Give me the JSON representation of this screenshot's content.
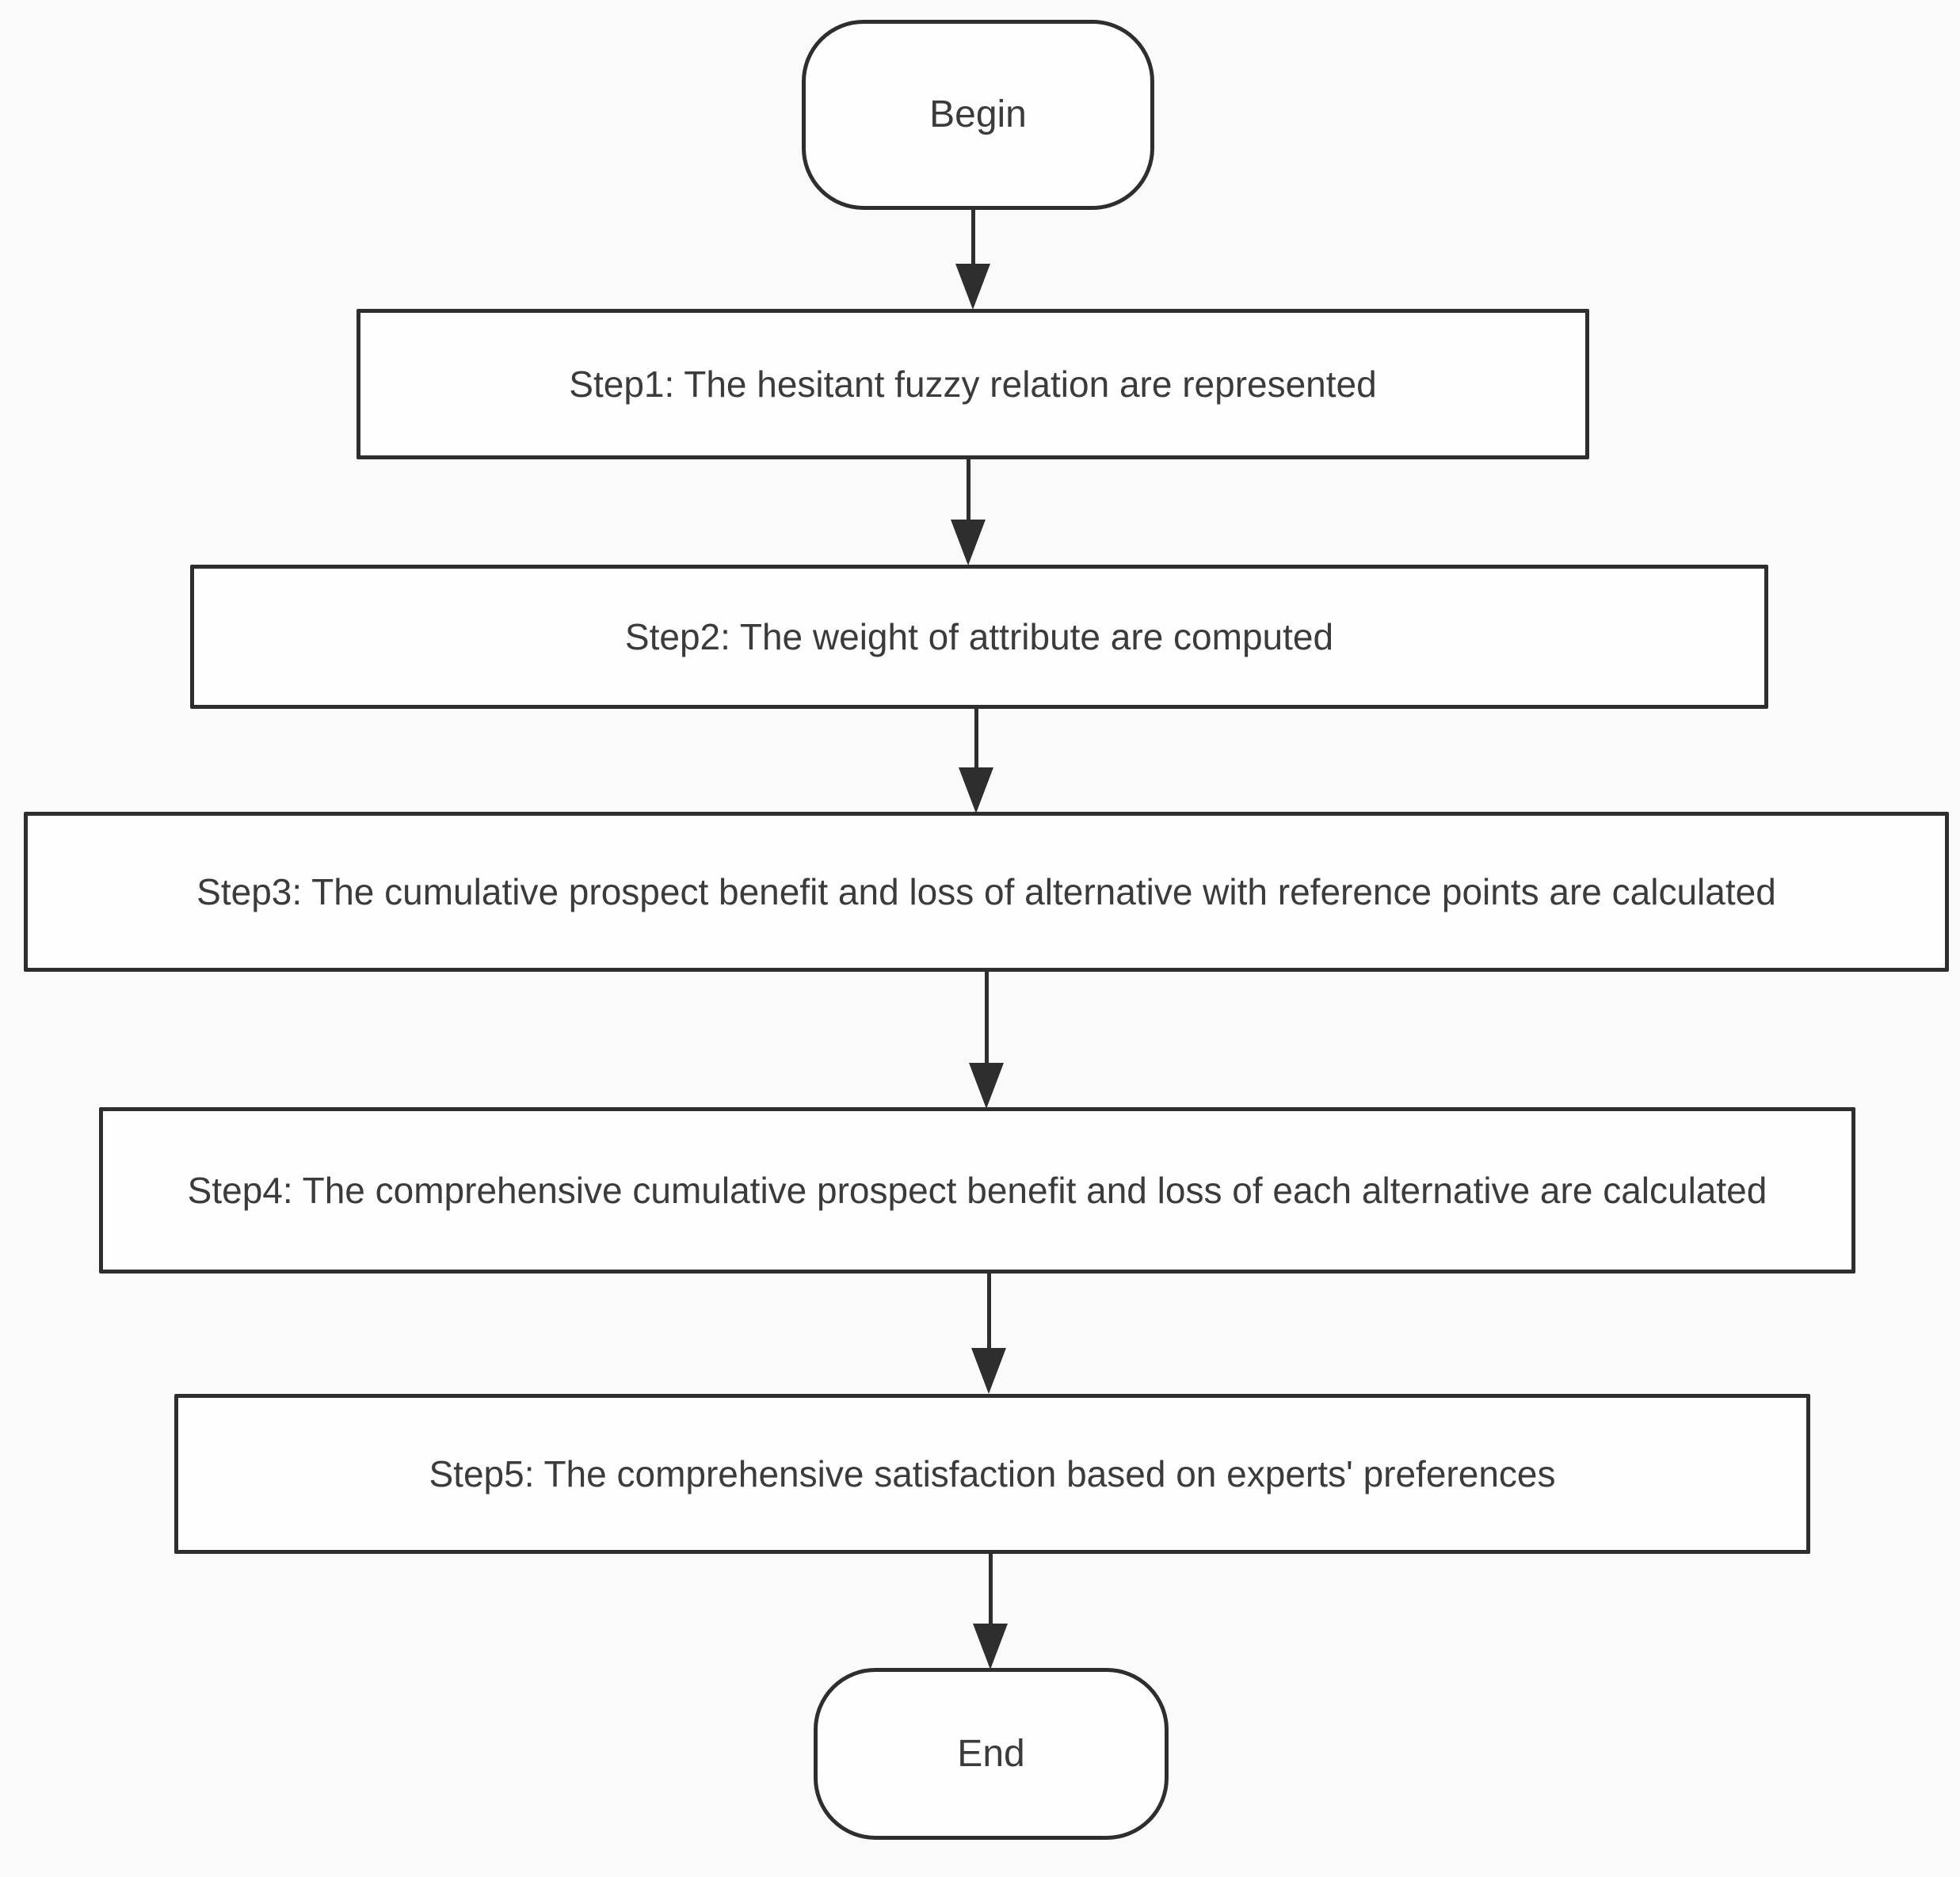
{
  "diagram": {
    "type": "flowchart",
    "colors": {
      "background": "#fafafa",
      "node_fill": "#fefefe",
      "border": "#2e2e2e",
      "text": "#3b3b3b",
      "arrow": "#2e2e2e"
    },
    "nodes": [
      {
        "id": "begin",
        "shape": "terminator",
        "label": "Begin"
      },
      {
        "id": "step1",
        "shape": "process",
        "label": "Step1: The hesitant fuzzy relation  are represented"
      },
      {
        "id": "step2",
        "shape": "process",
        "label": "Step2: The weight of attribute are computed"
      },
      {
        "id": "step3",
        "shape": "process",
        "label": "Step3: The cumulative prospect benefit and loss of alternative  with reference points are calculated"
      },
      {
        "id": "step4",
        "shape": "process",
        "label": "Step4: The comprehensive cumulative prospect benefit and loss of each alternative are calculated"
      },
      {
        "id": "step5",
        "shape": "process",
        "label": "Step5: The comprehensive satisfaction  based on experts' preferences"
      },
      {
        "id": "end",
        "shape": "terminator",
        "label": "End"
      }
    ],
    "edges": [
      {
        "from": "begin",
        "to": "step1"
      },
      {
        "from": "step1",
        "to": "step2"
      },
      {
        "from": "step2",
        "to": "step3"
      },
      {
        "from": "step3",
        "to": "step4"
      },
      {
        "from": "step4",
        "to": "step5"
      },
      {
        "from": "step5",
        "to": "end"
      }
    ]
  }
}
